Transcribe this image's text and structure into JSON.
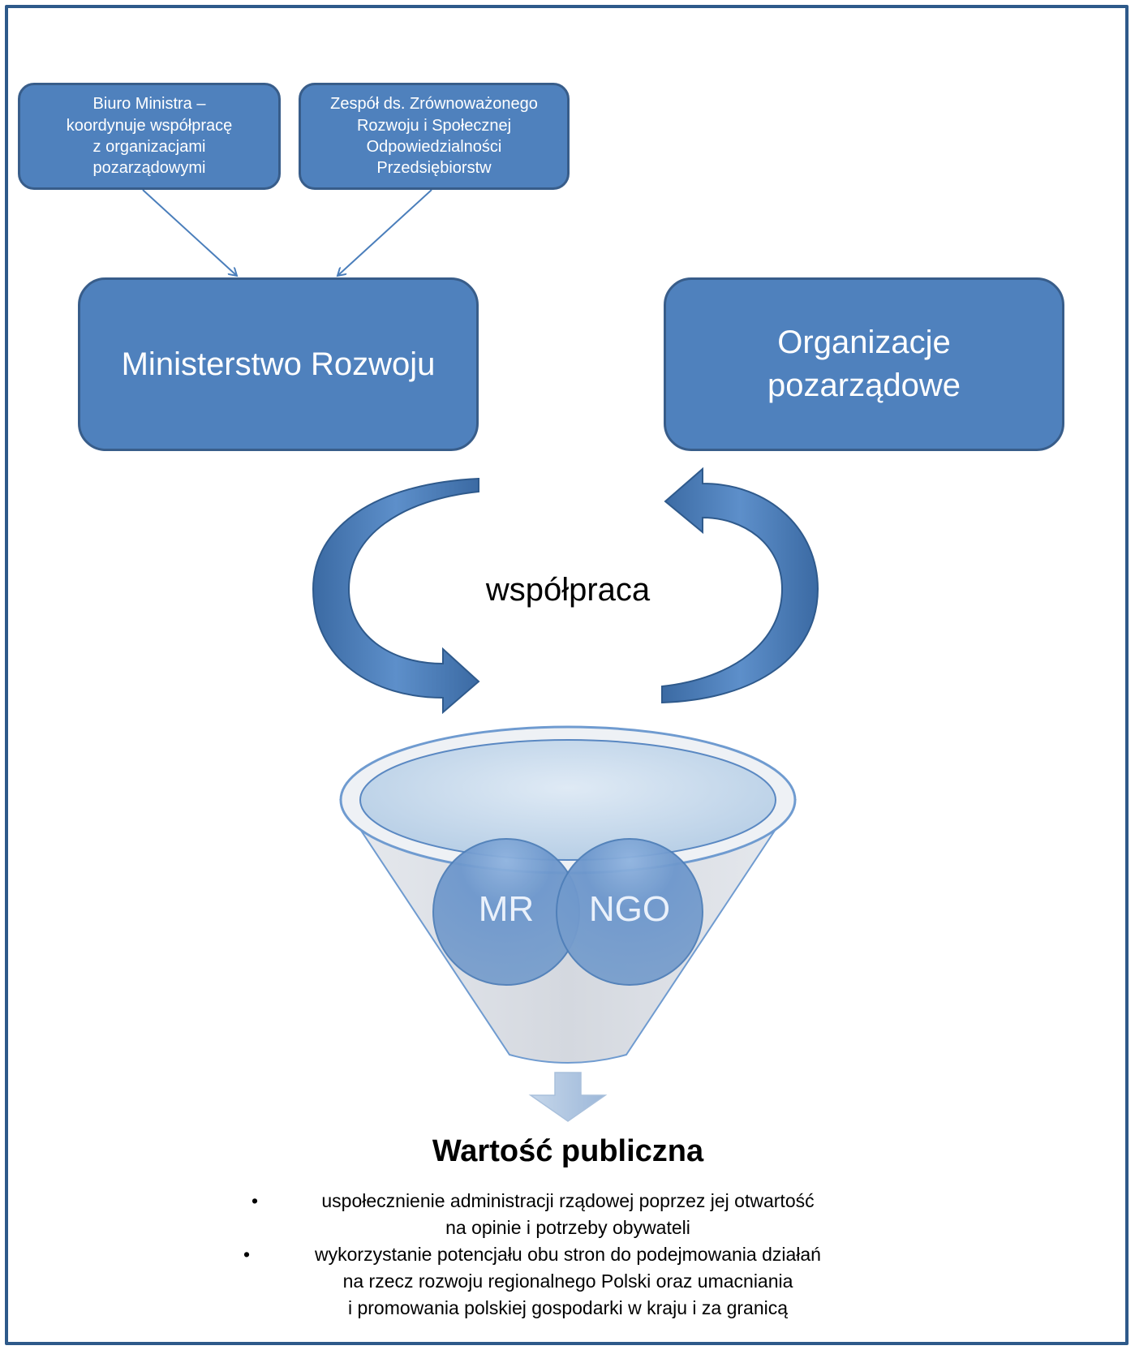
{
  "boxes": {
    "biuro": [
      "Biuro Ministra –",
      "koordynuje współpracę",
      "z organizacjami",
      "pozarządowymi"
    ],
    "zespol": [
      "Zespół ds. Zrównoważonego",
      "Rozwoju i Społecznej",
      "Odpowiedzialności",
      "Przedsiębiorstw"
    ],
    "ministerstwo": "Ministerstwo Rozwoju",
    "organizacje": [
      "Organizacje",
      "pozarządowe"
    ]
  },
  "cycle": {
    "label": "współpraca"
  },
  "funnel": {
    "left": "MR",
    "right": "NGO"
  },
  "result": {
    "title": "Wartość publiczna",
    "bullets": [
      [
        "uspołecznienie administracji rządowej poprzez jej otwartość",
        "na opinie i potrzeby obywateli"
      ],
      [
        "wykorzystanie potencjału obu stron do podejmowania działań",
        "na rzecz rozwoju regionalnego Polski oraz umacniania",
        "i promowania polskiej gospodarki w kraju i za granicą"
      ]
    ]
  },
  "colors": {
    "box_fill": "#4f81bd",
    "box_border": "#385d8a",
    "frame": "#2e5a8a"
  }
}
